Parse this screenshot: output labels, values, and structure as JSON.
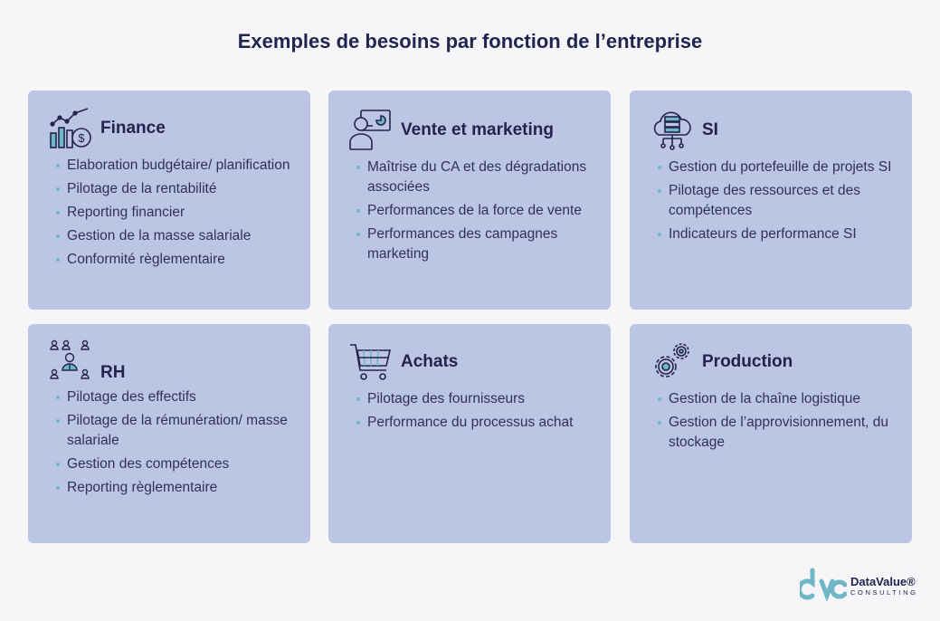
{
  "title": "Exemples de besoins par fonction de l’entreprise",
  "cards": [
    {
      "title": "Finance",
      "icon": "finance-chart-coin-icon",
      "items": [
        "Elaboration budgétaire/ planification",
        "Pilotage de la rentabilité",
        "Reporting financier",
        "Gestion de la masse salariale",
        "Conformité règlementaire"
      ]
    },
    {
      "title": "Vente et marketing",
      "icon": "salesperson-screen-icon",
      "items": [
        "Maîtrise du CA et des dégradations associées",
        "Performances de la force de vente",
        "Performances des campagnes marketing"
      ]
    },
    {
      "title": "SI",
      "icon": "cloud-server-icon",
      "items": [
        "Gestion du portefeuille de projets SI",
        "Pilotage des ressources et des compétences",
        "Indicateurs de performance SI"
      ]
    },
    {
      "title": "RH",
      "icon": "people-network-icon",
      "items": [
        "Pilotage des effectifs",
        "Pilotage de la rémunération/ masse salariale",
        "Gestion des compétences",
        "Reporting règlementaire"
      ]
    },
    {
      "title": "Achats",
      "icon": "shopping-cart-icon",
      "items": [
        "Pilotage des fournisseurs",
        "Performance du processus achat"
      ]
    },
    {
      "title": "Production",
      "icon": "gears-icon",
      "items": [
        "Gestion de la chaîne logistique",
        "Gestion de l’approvisionnement, du stockage"
      ]
    }
  ],
  "logo": {
    "brand": "DataValue®",
    "sub": "CONSULTING"
  },
  "colors": {
    "card": "#bcc5e4",
    "text": "#22244f",
    "accent": "#6fb7c7"
  }
}
